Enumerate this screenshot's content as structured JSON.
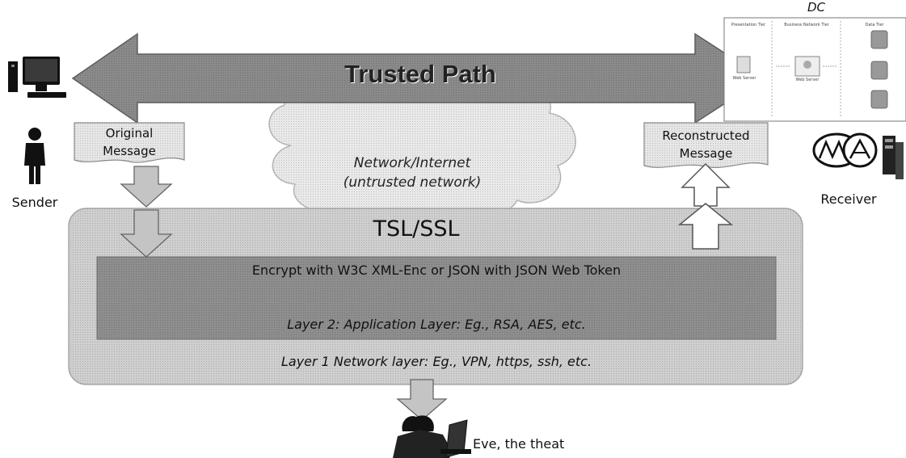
{
  "trusted_path": "Trusted Path",
  "cloud": {
    "line1": "Network/Internet",
    "line2": "(untrusted network)"
  },
  "sender": {
    "label": "Sender",
    "message_line1": "Original",
    "message_line2": "Message"
  },
  "receiver": {
    "label": "Receiver",
    "message_line1": "Reconstructed",
    "message_line2": "Message"
  },
  "dc": {
    "title": "DC",
    "tier_presentation": "Presentation Tier",
    "tier_business": "Business Network Tier",
    "tier_data": "Data Tier",
    "web_server": "Web Server",
    "app_server": "Web Server"
  },
  "security": {
    "tsl": "TSL/SSL",
    "encrypt": "Encrypt with W3C XML-Enc or JSON with JSON Web Token",
    "layer2": "Layer 2: Application Layer: Eg., RSA, AES, etc.",
    "layer1": "Layer 1 Network layer: Eg., VPN, https, ssh, etc."
  },
  "eve": {
    "label": "Eve, the theat"
  },
  "colors": {
    "trusted_arrow": "#8a8a8a",
    "tsl_box": "#cfcfcf",
    "encrypt_band": "#8e8e8e",
    "cloud": "#e9e9e9",
    "message_doc": "#e6e6e6"
  }
}
